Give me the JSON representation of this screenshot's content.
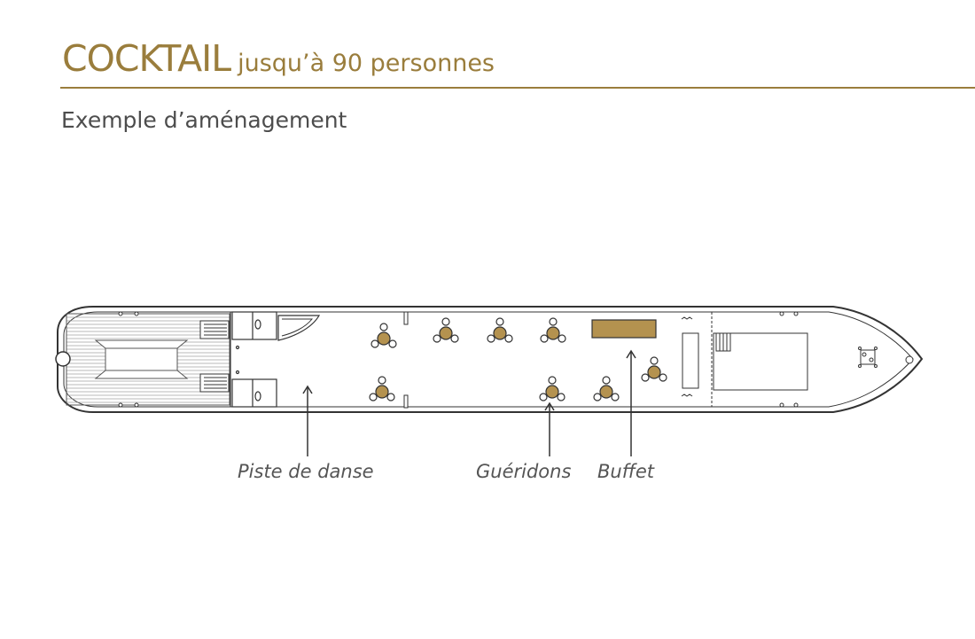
{
  "header": {
    "title_main": "COCKTAIL",
    "title_sub": "jusqu’à 90 personnes",
    "subtitle": "Exemple d’aménagement"
  },
  "labels": {
    "dance_floor": "Piste de danse",
    "tables": "Guéridons",
    "buffet": "Buffet"
  },
  "colors": {
    "accent": "#9a7d3c",
    "table_fill": "#b4924f",
    "line": "#333333"
  }
}
